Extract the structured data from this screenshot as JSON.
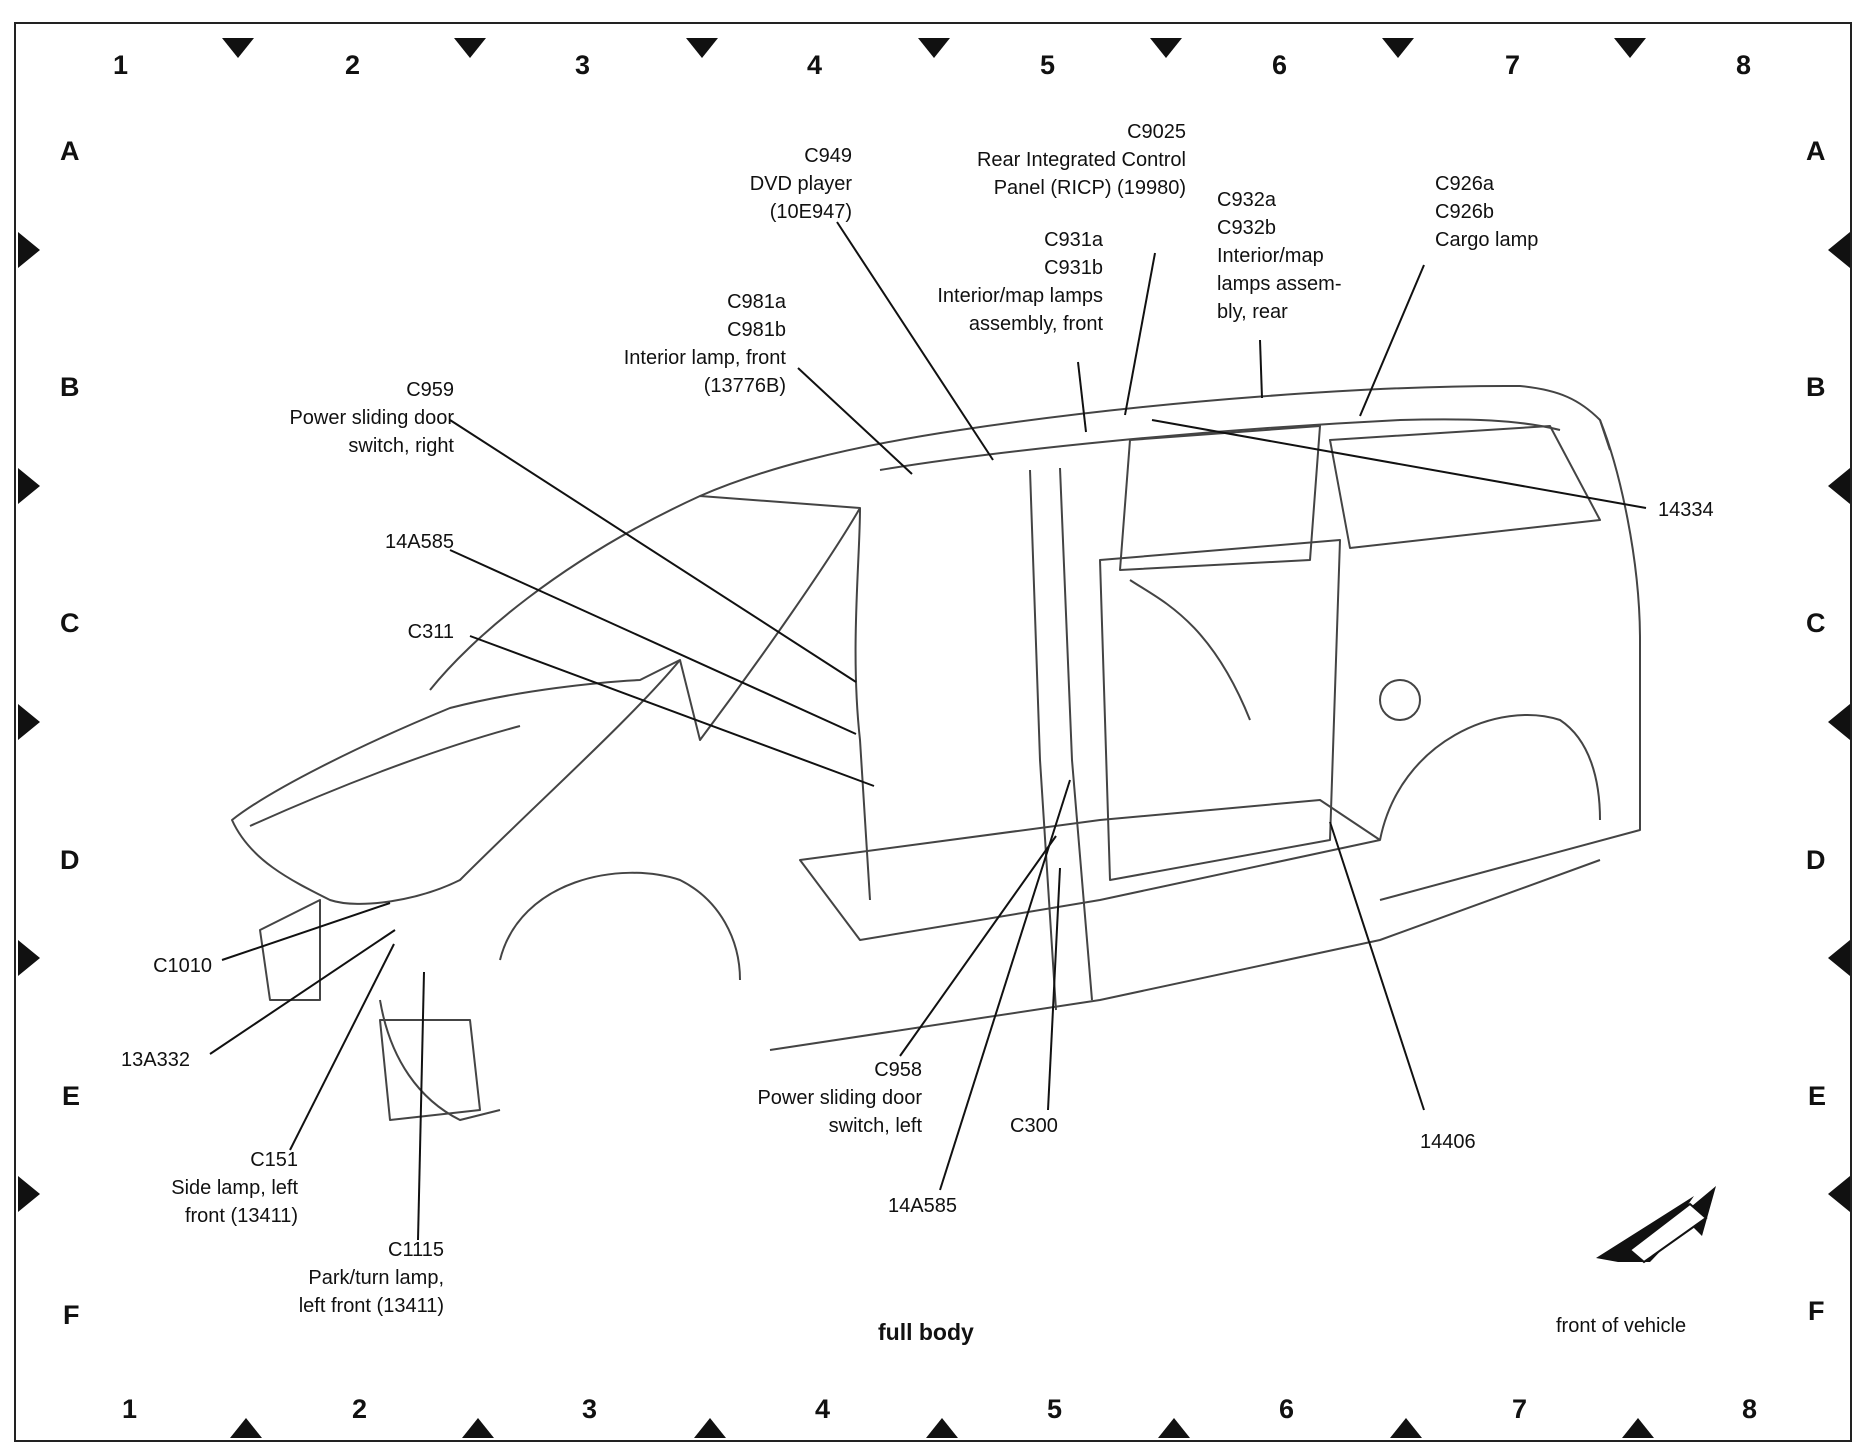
{
  "grid": {
    "columns": [
      "1",
      "2",
      "3",
      "4",
      "5",
      "6",
      "7",
      "8"
    ],
    "rows": [
      "A",
      "B",
      "C",
      "D",
      "E",
      "F"
    ]
  },
  "callouts": {
    "c949": [
      "C949",
      "DVD player",
      "(10E947)"
    ],
    "c9025": [
      "C9025",
      "Rear Integrated Control",
      "Panel (RICP) (19980)"
    ],
    "c932": [
      "C932a",
      "C932b",
      "Interior/map",
      "lamps assem-",
      "bly, rear"
    ],
    "c926": [
      "C926a",
      "C926b",
      "Cargo lamp"
    ],
    "c931": [
      "C931a",
      "C931b",
      "Interior/map lamps",
      "assembly, front"
    ],
    "c981": [
      "C981a",
      "C981b",
      "Interior lamp, front",
      "(13776B)"
    ],
    "c959": [
      "C959",
      "Power sliding door",
      "switch, right"
    ],
    "l14a585_top": [
      "14A585"
    ],
    "c311": [
      "C311"
    ],
    "l14334": [
      "14334"
    ],
    "c1010": [
      "C1010"
    ],
    "l13a332": [
      "13A332"
    ],
    "c151": [
      "C151",
      "Side lamp, left",
      "front (13411)"
    ],
    "c1115": [
      "C1115",
      "Park/turn lamp,",
      "left front (13411)"
    ],
    "c958": [
      "C958",
      "Power sliding door",
      "switch, left"
    ],
    "c300": [
      "C300"
    ],
    "l14a585_bottom": [
      "14A585"
    ],
    "l14406": [
      "14406"
    ]
  },
  "caption": "full body",
  "orientation_label": "front of vehicle",
  "colors": {
    "line": "#111111",
    "body": "#444444",
    "frame": "#222222"
  },
  "icons": [
    "front-direction-arrow-icon"
  ]
}
